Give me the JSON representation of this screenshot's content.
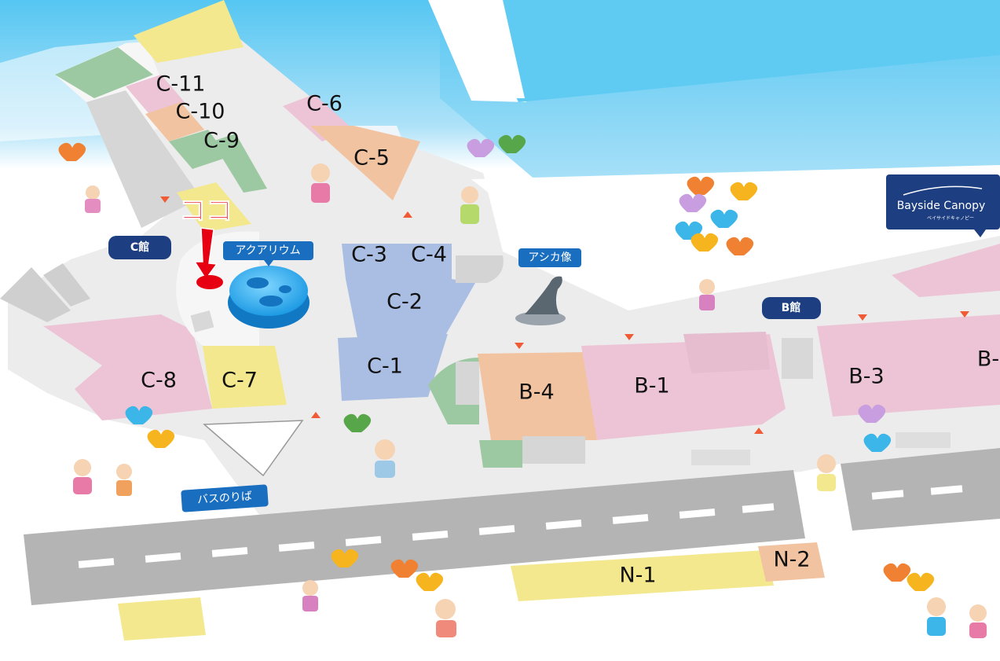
{
  "marker_here": "ココ",
  "buildings": {
    "c_building": "C館",
    "b_building": "B館"
  },
  "facilities": {
    "aquarium": "アクアリウム",
    "sea_lion_statue": "アシカ像",
    "bus_stop": "バスのりば"
  },
  "shops": {
    "c11": "C-11",
    "c10": "C-10",
    "c9": "C-9",
    "c6": "C-6",
    "c5": "C-5",
    "c3": "C-3",
    "c4": "C-4",
    "c2": "C-2",
    "c1": "C-1",
    "c8": "C-8",
    "c7": "C-7",
    "b4": "B-4",
    "b1": "B-1",
    "b3": "B-3",
    "b2": "B-",
    "n1": "N-1",
    "n2": "N-2"
  },
  "logo": {
    "name": "Bayside Canopy",
    "sub": "ベイサイドキャノピー"
  },
  "colors": {
    "sea": "#5fcbf3",
    "shop_pink": "#ecc4d6",
    "shop_yellow": "#f3e88e",
    "shop_orange": "#f2c3a0",
    "shop_blue": "#a9bee2",
    "shop_green": "#9dc9a2",
    "road": "#b4b4b4",
    "tag_navy": "#1d3f82",
    "tag_blue": "#1a6ec0",
    "marker_red": "#e60012"
  }
}
